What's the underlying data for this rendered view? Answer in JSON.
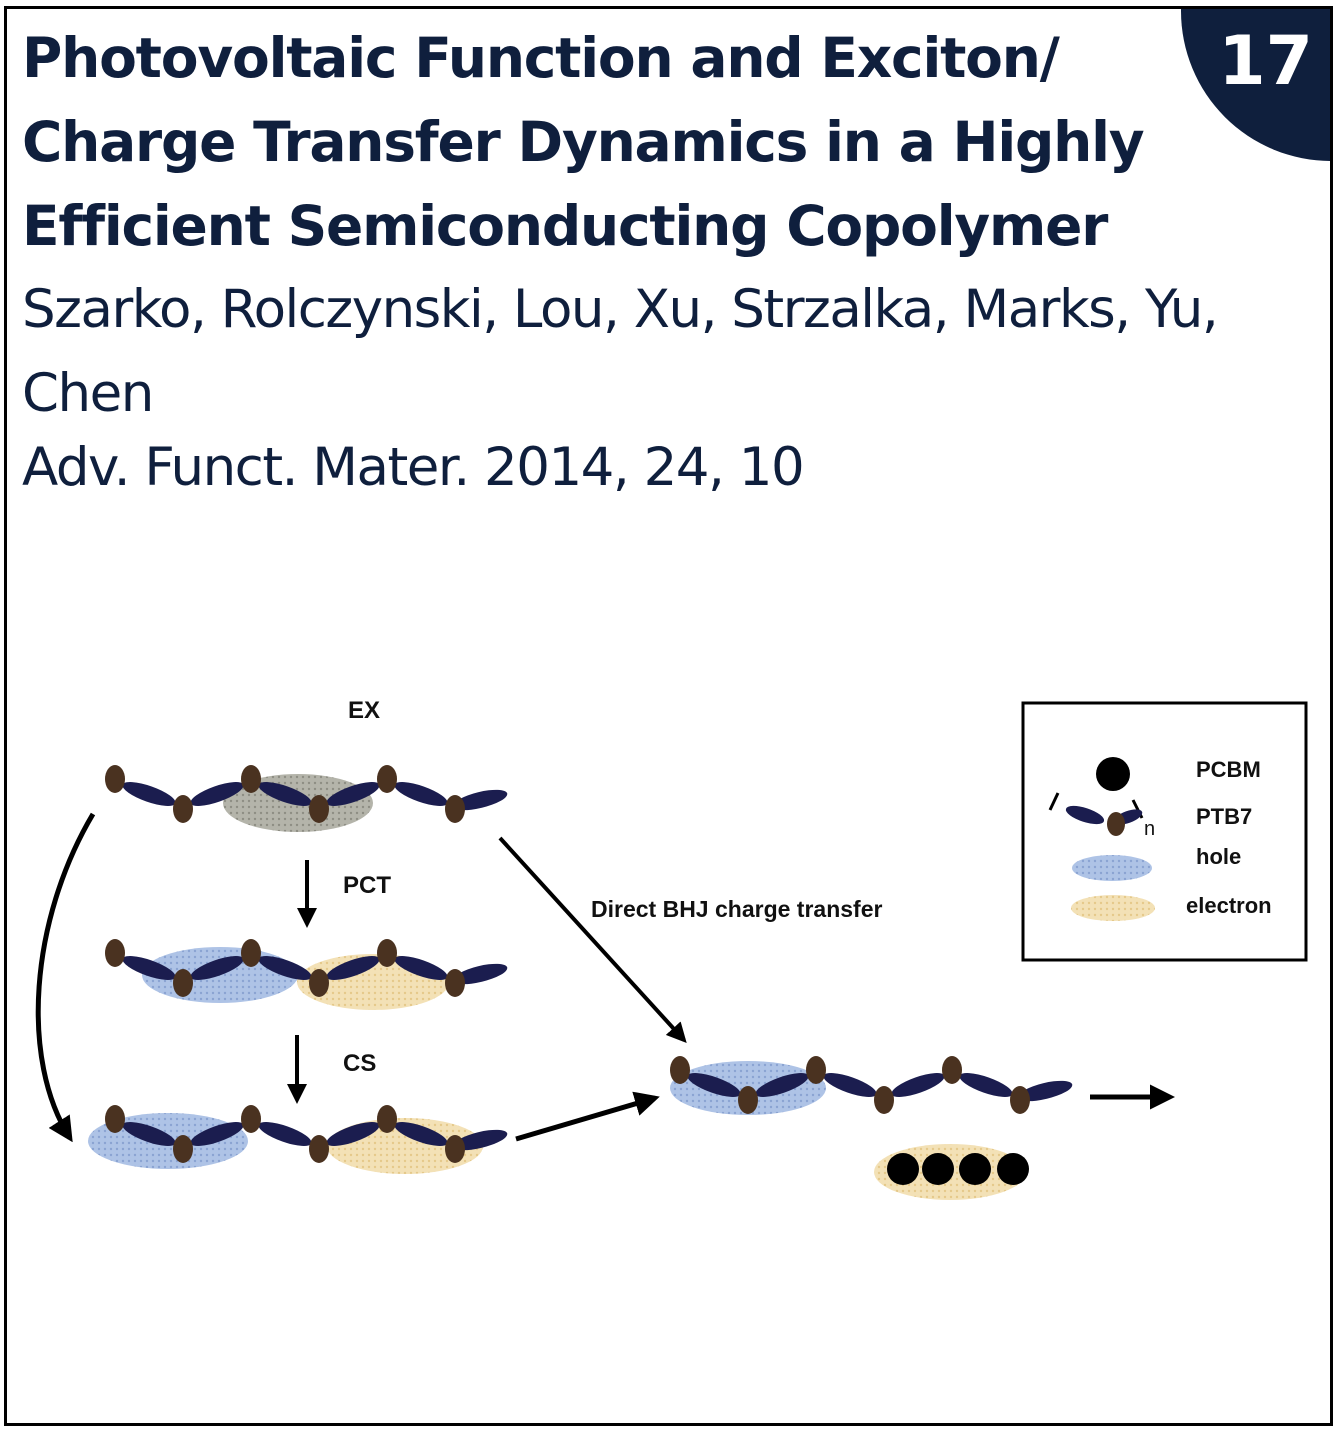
{
  "badge": {
    "number": "17"
  },
  "title": "Photovoltaic Function and Exciton/ Charge Transfer Dynamics in a Highly Efficient Semiconducting Copolymer",
  "authors": "Szarko, Rolczynski, Lou, Xu, Strzalka, Marks, Yu, Chen",
  "citation": "Adv. Funct. Mater. 2014, 24, 10",
  "diagram": {
    "states": {
      "ex": "EX",
      "pct": "PCT",
      "cs": "CS"
    },
    "direct_label": "Direct BHJ charge transfer",
    "legend": {
      "pcbm": "PCBM",
      "ptb7": "PTB7",
      "subscript": "n",
      "hole": "hole",
      "electron": "electron"
    }
  },
  "colors": {
    "navy": "#0f1f3d",
    "segment": "#1b1d4f",
    "bead": "#4a3220",
    "hole": "#a9bfe2",
    "electron": "#f1ddae",
    "exciton": "#a8a89e"
  }
}
